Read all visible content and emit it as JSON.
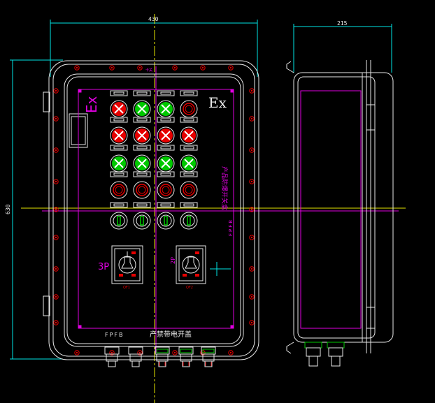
{
  "dimensions": {
    "front_width": "430",
    "front_height": "630",
    "side_depth": "215"
  },
  "front_panel": {
    "ex_mark_left": "Ex",
    "ex_mark_right": "Ex",
    "vertical_label": "产品防爆开关盒",
    "model_vertical": "FPFB",
    "footer_model": "FPFB",
    "footer_name": "产禁带电开盖",
    "top_mark": "卡关",
    "switch_left_label": "3P",
    "switch_left_tag": "QF1",
    "switch_right_label": "2P",
    "switch_right_tag": "QF2"
  },
  "colors": {
    "outline": "#e8e8e8",
    "magenta": "#e100e1",
    "yellow_axis": "#e6e600",
    "cyan_dim": "#00e6e6",
    "red_lamp": "#e60000",
    "green_lamp": "#00c800"
  },
  "indicator_rows": [
    {
      "row": 1,
      "lamps": [
        "red",
        "green",
        "green",
        "red-ring"
      ]
    },
    {
      "row": 2,
      "lamps": [
        "red",
        "red",
        "red",
        "red"
      ]
    },
    {
      "row": 3,
      "lamps": [
        "green",
        "green",
        "green",
        "green"
      ]
    },
    {
      "row": 4,
      "lamps": [
        "red-ring",
        "red-ring",
        "red-ring",
        "red-ring"
      ]
    },
    {
      "row": 5,
      "lamps": [
        "green-ring",
        "green-ring",
        "green-ring",
        "green-ring"
      ]
    }
  ]
}
